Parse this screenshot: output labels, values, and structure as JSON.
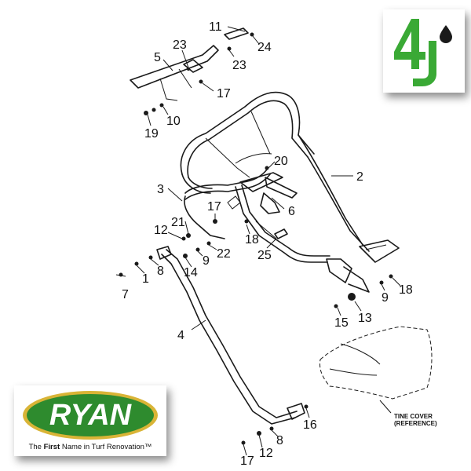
{
  "callouts": [
    {
      "id": "c11a",
      "text": "11"
    },
    {
      "id": "c24",
      "text": "24"
    },
    {
      "id": "c23a",
      "text": "23"
    },
    {
      "id": "c23b",
      "text": "23"
    },
    {
      "id": "c5",
      "text": "5"
    },
    {
      "id": "c17a",
      "text": "17"
    },
    {
      "id": "c10",
      "text": "10"
    },
    {
      "id": "c19",
      "text": "19"
    },
    {
      "id": "c20",
      "text": "20"
    },
    {
      "id": "c2",
      "text": "2"
    },
    {
      "id": "c3",
      "text": "3"
    },
    {
      "id": "c17b",
      "text": "17"
    },
    {
      "id": "c6",
      "text": "6"
    },
    {
      "id": "c21",
      "text": "21"
    },
    {
      "id": "c12a",
      "text": "12"
    },
    {
      "id": "c18a",
      "text": "18"
    },
    {
      "id": "c25",
      "text": "25"
    },
    {
      "id": "c9a",
      "text": "9"
    },
    {
      "id": "c22",
      "text": "22"
    },
    {
      "id": "c14",
      "text": "14"
    },
    {
      "id": "c8a",
      "text": "8"
    },
    {
      "id": "c1",
      "text": "1"
    },
    {
      "id": "c7",
      "text": "7"
    },
    {
      "id": "c9b",
      "text": "9"
    },
    {
      "id": "c18b",
      "text": "18"
    },
    {
      "id": "c15",
      "text": "15"
    },
    {
      "id": "c13",
      "text": "13"
    },
    {
      "id": "c4",
      "text": "4"
    },
    {
      "id": "c16",
      "text": "16"
    },
    {
      "id": "c8b",
      "text": "8"
    },
    {
      "id": "c12b",
      "text": "12"
    },
    {
      "id": "c17c",
      "text": "17"
    }
  ],
  "reference": {
    "line1": "TINE COVER",
    "line2": "(REFERENCE)"
  },
  "logos": {
    "four_j": {
      "text": "4J",
      "color": "#3aa935",
      "drop_color": "#1a1a1a"
    },
    "ryan": {
      "wordmark": "RYAN",
      "green": "#2e8b2e",
      "gold": "#d9b436",
      "tagline_pre": "The ",
      "tagline_bold": "First",
      "tagline_post": " Name in Turf Renovation",
      "trademark": "™"
    }
  }
}
